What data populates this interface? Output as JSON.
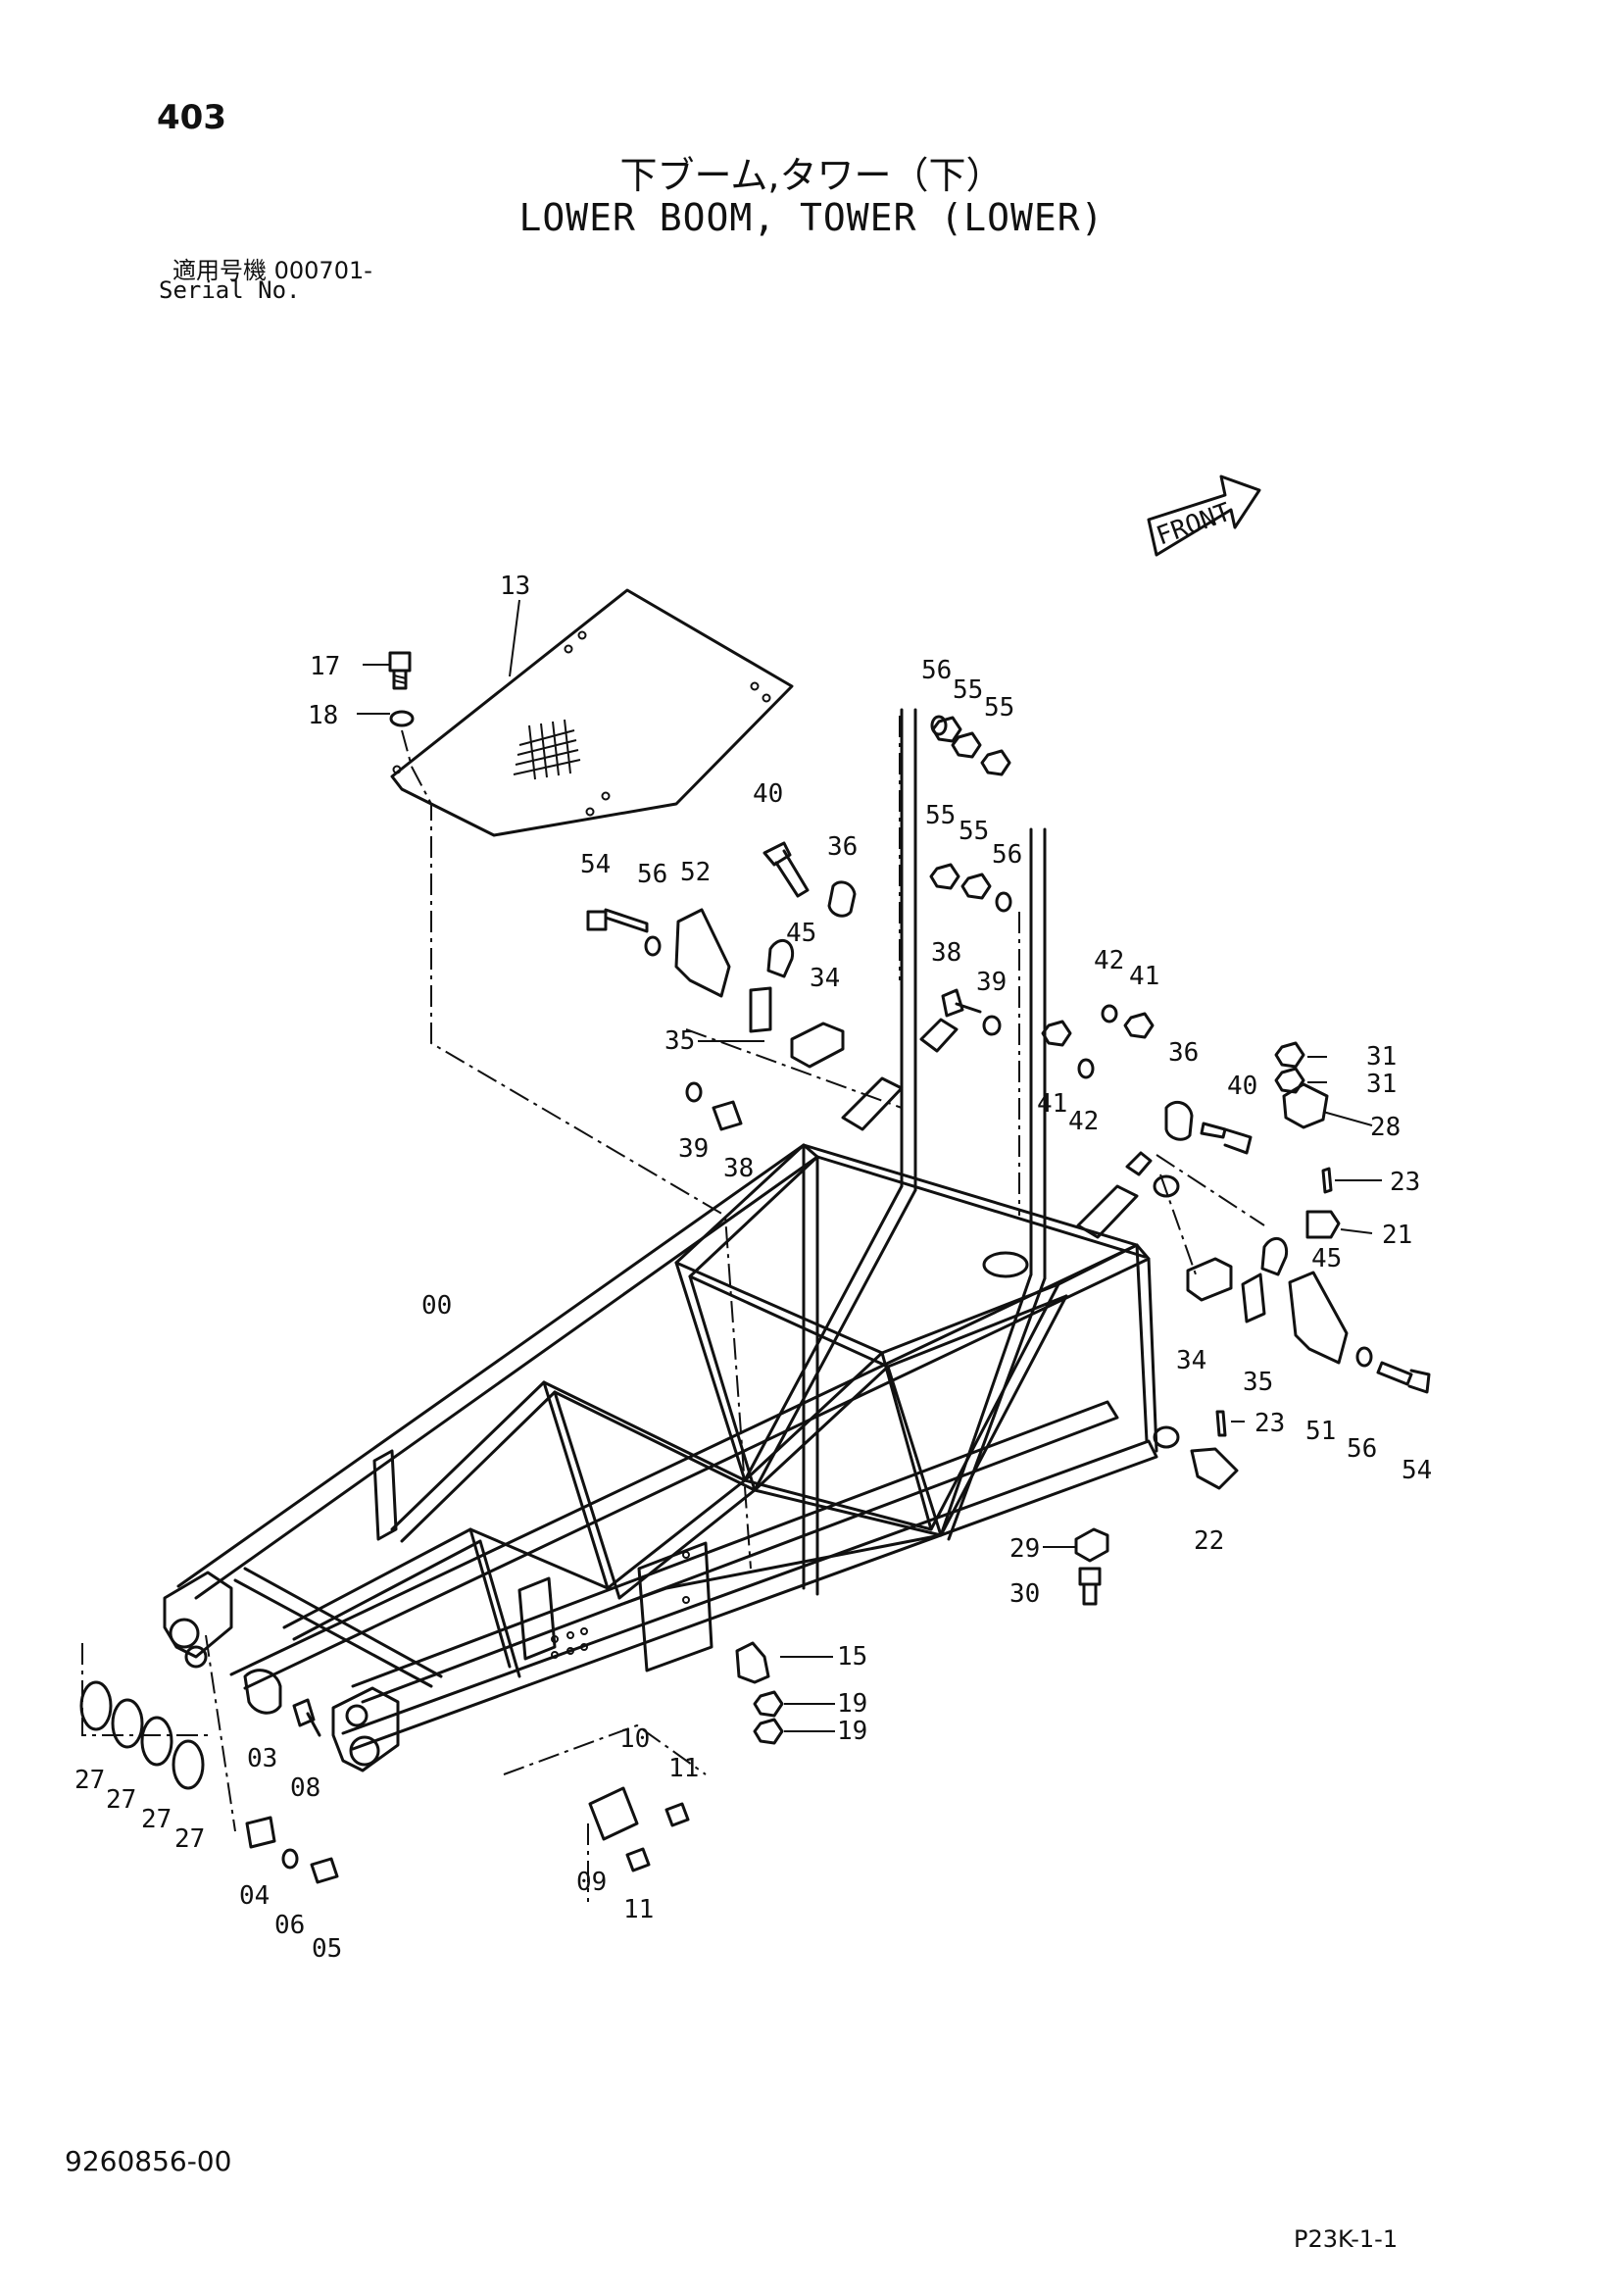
{
  "header": {
    "page_number": "403",
    "title_ja": "下ブーム,タワー（下）",
    "title_en": "LOWER BOOM, TOWER (LOWER)",
    "serial_label_ja": "適用号機  000701-",
    "serial_label_en": "Serial No."
  },
  "diagram": {
    "front_label": "FRONT",
    "callouts": {
      "c13": "13",
      "c17": "17",
      "c18": "18",
      "c56a": "56",
      "c55a": "55",
      "c55b": "55",
      "c40a": "40",
      "c36a": "36",
      "c55c": "55",
      "c55d": "55",
      "c56b": "56",
      "c54a": "54",
      "c56c": "56",
      "c52": "52",
      "c45a": "45",
      "c34a": "34",
      "c35a": "35",
      "c39a": "39",
      "c38a": "38",
      "c38b": "38",
      "c39b": "39",
      "c42a": "42",
      "c41a": "41",
      "c41b": "41",
      "c42b": "42",
      "c36b": "36",
      "c40b": "40",
      "c31a": "31",
      "c31b": "31",
      "c28": "28",
      "c23a": "23",
      "c21": "21",
      "c45b": "45",
      "c00": "00",
      "c34b": "34",
      "c35b": "35",
      "c51": "51",
      "c56d": "56",
      "c54b": "54",
      "c23b": "23",
      "c22": "22",
      "c29": "29",
      "c30": "30",
      "c15": "15",
      "c19a": "19",
      "c19b": "19",
      "c10": "10",
      "c11a": "11",
      "c09": "09",
      "c11b": "11",
      "c27a": "27",
      "c27b": "27",
      "c27c": "27",
      "c27d": "27",
      "c03": "03",
      "c08": "08",
      "c04": "04",
      "c06": "06",
      "c05": "05"
    }
  },
  "footer": {
    "doc_number": "9260856-00",
    "page_code": "P23K-1-1"
  }
}
